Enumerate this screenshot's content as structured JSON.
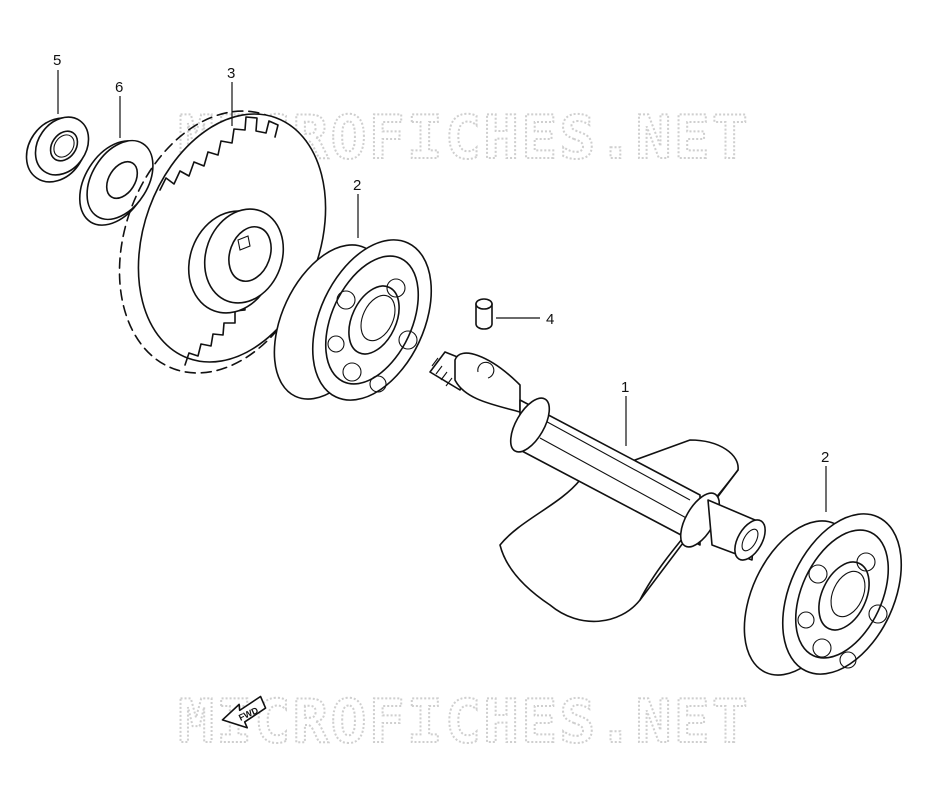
{
  "watermark": {
    "top": "MICROFICHES.NET",
    "bottom": "MICROFICHES.NET"
  },
  "fwd_arrow": {
    "label": "FWD"
  },
  "callouts": [
    {
      "id": "5",
      "label": "5"
    },
    {
      "id": "6",
      "label": "6"
    },
    {
      "id": "3",
      "label": "3"
    },
    {
      "id": "2a",
      "label": "2"
    },
    {
      "id": "4",
      "label": "4"
    },
    {
      "id": "1",
      "label": "1"
    },
    {
      "id": "2b",
      "label": "2"
    }
  ]
}
